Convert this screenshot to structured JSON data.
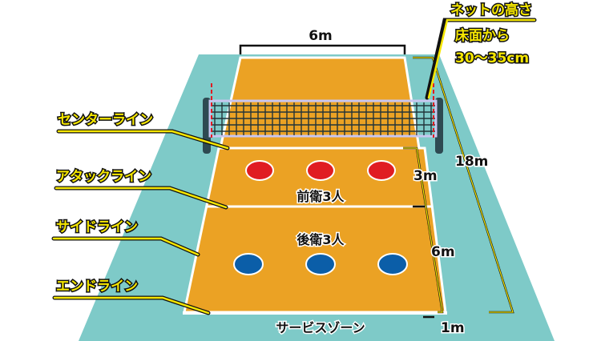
{
  "colors": {
    "floor": "#7ecac8",
    "court": "#eba224",
    "line": "#ffffff",
    "front_players": "#e01c22",
    "back_players": "#0b5ea8",
    "post": "#2e4a52",
    "label": "#f5e600"
  },
  "labels": {
    "net_height_title": "ネットの高さ",
    "net_height_line1": "床面から",
    "net_height_line2": "30〜35cm",
    "center_line": "センターライン",
    "attack_line": "アタックライン",
    "side_line": "サイドライン",
    "end_line": "エンドライン"
  },
  "dimensions": {
    "width": "6m",
    "length": "18m",
    "front_zone": "3m",
    "back_zone": "6m",
    "service_zone_depth": "1m"
  },
  "court": {
    "front_row": "前衛3人",
    "back_row": "後衛3人",
    "service_zone": "サービスゾーン",
    "front_player_count": 3,
    "back_player_count": 3
  }
}
